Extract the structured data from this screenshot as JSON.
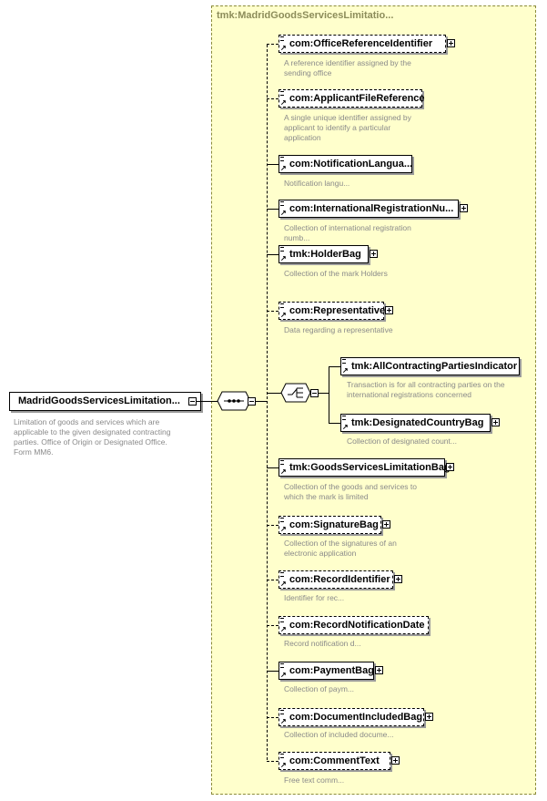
{
  "root": {
    "label": "MadridGoodsServicesLimitation...",
    "description": "Limitation of goods and services which are applicable to the given designated contracting parties. Office of Origin or Designated Office. Form MM6."
  },
  "type_panel": {
    "title": "tmk:MadridGoodsServicesLimitatio..."
  },
  "elements": [
    {
      "label": "com:OfficeReferenceIdentifier",
      "desc": "A reference identifier assigned by the sending office",
      "optional": true,
      "expandable": true
    },
    {
      "label": "com:ApplicantFileReference",
      "desc": "A single unique identifier assigned by applicant to identify a particular application",
      "optional": true,
      "expandable": false
    },
    {
      "label": "com:NotificationLangua...",
      "desc": "Notification langu...",
      "optional": false,
      "expandable": false
    },
    {
      "label": "com:InternationalRegistrationNu...",
      "desc": "Collection of international registration numb...",
      "optional": false,
      "expandable": true
    },
    {
      "label": "tmk:HolderBag",
      "desc": "Collection of the mark Holders",
      "optional": false,
      "expandable": true
    },
    {
      "label": "com:Representative",
      "desc": "Data regarding a representative",
      "optional": true,
      "expandable": true
    },
    {
      "label": "tmk:GoodsServicesLimitationBag",
      "desc": "Collection of the goods and services to which the mark is limited",
      "optional": false,
      "expandable": true
    },
    {
      "label": "com:SignatureBag",
      "desc": "Collection of the signatures of an electronic application",
      "optional": true,
      "expandable": true
    },
    {
      "label": "com:RecordIdentifier",
      "desc": "Identifier for rec...",
      "optional": true,
      "expandable": true
    },
    {
      "label": "com:RecordNotificationDate",
      "desc": "Record notification d...",
      "optional": true,
      "expandable": false
    },
    {
      "label": "com:PaymentBag",
      "desc": "Collection of paym...",
      "optional": false,
      "expandable": true
    },
    {
      "label": "com:DocumentIncludedBag",
      "desc": "Collection of included docume...",
      "optional": true,
      "expandable": true
    },
    {
      "label": "com:CommentText",
      "desc": "Free text comm...",
      "optional": true,
      "expandable": true
    }
  ],
  "choice": [
    {
      "label": "tmk:AllContractingPartiesIndicator",
      "desc": "Transaction is for all contracting parties on the international registrations concerned",
      "optional": false,
      "expandable": false
    },
    {
      "label": "tmk:DesignatedCountryBag",
      "desc": "Collection of designated count...",
      "optional": false,
      "expandable": true
    }
  ]
}
